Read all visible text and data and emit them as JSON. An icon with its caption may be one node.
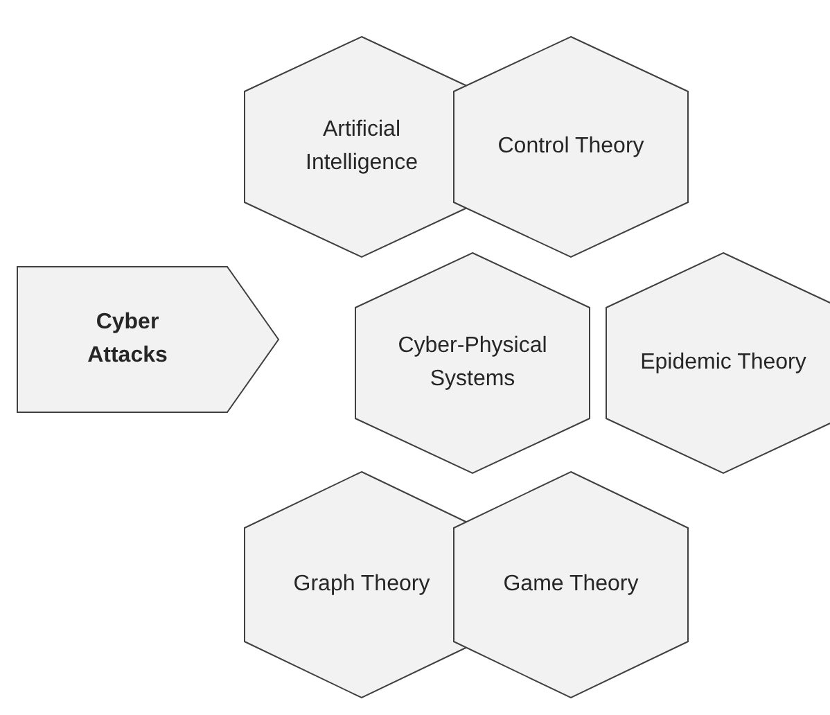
{
  "diagram": {
    "nodes": [
      {
        "text": [
          "Artificial Intelligence"
        ]
      },
      {
        "text": [
          "Control Theory"
        ]
      },
      {
        "text": [
          "Cyber Attacks"
        ]
      },
      {
        "text": [
          "Cyber-Physical Systems"
        ]
      },
      {
        "text": [
          "Epidemic Theory"
        ]
      },
      {
        "text": [
          "Graph Theory"
        ]
      },
      {
        "text": [
          "Game Theory"
        ]
      }
    ]
  }
}
